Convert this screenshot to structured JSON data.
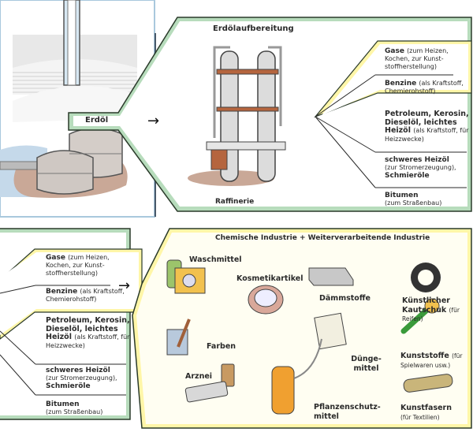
{
  "title": "Erdölaufbereitung",
  "source_label": "Erdöl",
  "refinery_label": "Raffinerie",
  "colors": {
    "green_frame": "#b7dcbc",
    "yellow_frame": "#fff6a8",
    "frame_stroke": "#2a3a2a",
    "well_frame": "#a9c8dd"
  },
  "fractions": [
    {
      "name": "Gase",
      "note": "(zum Heizen, Kochen, zur Kunst­stoffherstellung)"
    },
    {
      "name": "Benzine",
      "note": "(als Kraft­stoff, Chemierohstoff)"
    },
    {
      "name": "Petroleum, Kerosin, Dieselöl, leichtes Heizöl",
      "note": "(als Kraftstoff, für Heizzwecke)"
    },
    {
      "name": "schweres Heizöl",
      "note": "(zur Stromerzeugung),",
      "name2": "Schmieröle"
    },
    {
      "name": "Bitumen",
      "note": "(zum Straßenbau)"
    }
  ],
  "industry": {
    "title": "Chemische Industrie + Weiterverarbeitende Industrie",
    "products": [
      {
        "name": "Waschmittel",
        "note": ""
      },
      {
        "name": "Kosmetikartikel",
        "note": ""
      },
      {
        "name": "Dämmstoffe",
        "note": ""
      },
      {
        "name": "Künstlicher Kau­tschuk",
        "note": "(für Reifen)"
      },
      {
        "name": "Farben",
        "note": ""
      },
      {
        "name": "Dünge­mittel",
        "note": ""
      },
      {
        "name": "Kunststoffe",
        "note": "(für Spielwaren usw.)"
      },
      {
        "name": "Arznei",
        "note": ""
      },
      {
        "name": "Pflanzenschutz­mittel",
        "note": ""
      },
      {
        "name": "Kunstfasern",
        "note": "(für Textilien)"
      }
    ]
  },
  "arrow_glyph": "→"
}
